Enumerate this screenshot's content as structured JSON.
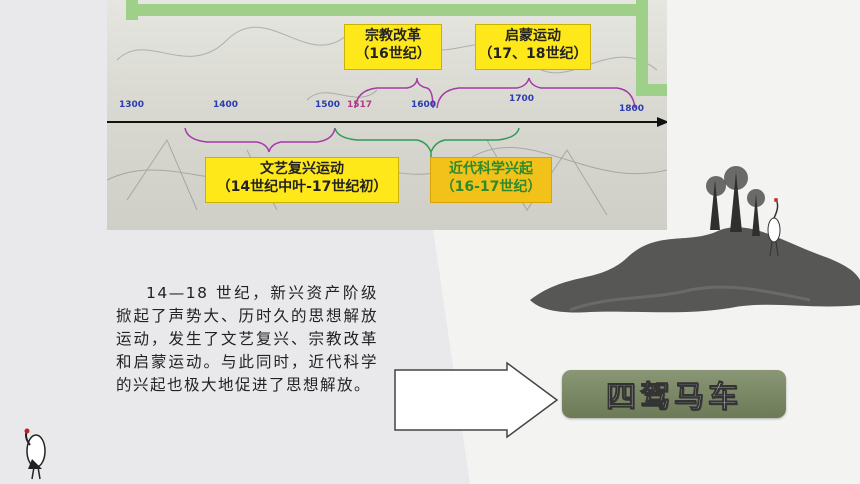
{
  "timeline": {
    "ticks": [
      {
        "label": "1300"
      },
      {
        "label": "1400"
      },
      {
        "label": "1500"
      },
      {
        "label": "1517"
      },
      {
        "label": "1600"
      },
      {
        "label": "1700"
      },
      {
        "label": "1800"
      }
    ],
    "events": {
      "reformation": {
        "line1": "宗教改革",
        "line2": "（16世纪）"
      },
      "enlightenment": {
        "line1": "启蒙运动",
        "line2": "（17、18世纪）"
      },
      "renaissance": {
        "line1": "文艺复兴运动",
        "line2": "（14世纪中叶-17世纪初）"
      },
      "science": {
        "line1": "近代科学兴起",
        "line2": "（16-17世纪）"
      }
    },
    "colors": {
      "axis": "#111111",
      "tick_blue": "#2a3cae",
      "tick_pink": "#b63a88",
      "brace_purple": "#a43aa8",
      "brace_green": "#2f9a5a",
      "box_yellow": "#ffe81a",
      "frame_green": "#9fd08a"
    }
  },
  "paragraph": {
    "text": "14—18 世纪，新兴资产阶级掀起了声势大、历时久的思想解放运动，发生了文艺复兴、宗教改革和启蒙运动。与此同时，近代科学的兴起也极大地促进了思想解放。"
  },
  "badge": {
    "label": "四驾马车",
    "color": "#7a8664"
  },
  "icons": [
    "arrow-right-icon",
    "ink-landscape-icon",
    "crane-icon"
  ]
}
